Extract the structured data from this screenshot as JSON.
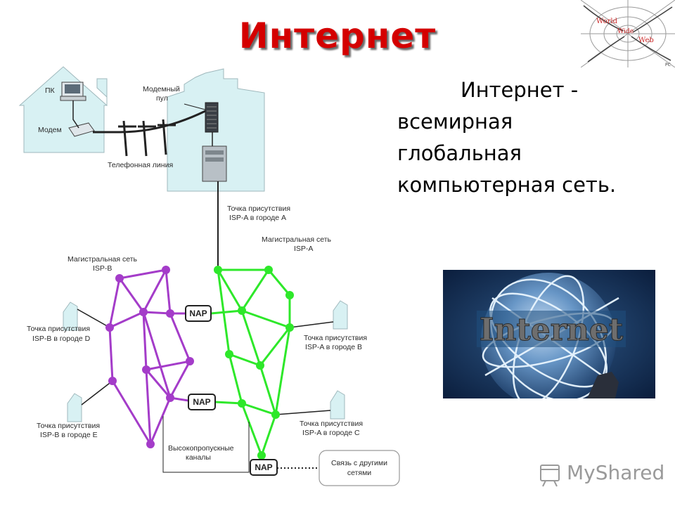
{
  "title": "Интернет",
  "definition": {
    "line1": "Интернет -",
    "line2": "всемирная",
    "line3": "глобальная",
    "line4": "компьютерная сеть."
  },
  "www_logo": {
    "word1": "World",
    "word2": "Wide",
    "word3": "Web",
    "tag": "PC"
  },
  "globe_photo": {
    "caption": "Internet"
  },
  "watermark": "MyShared",
  "diagram": {
    "home_pc": "ПК",
    "home_modem": "Модем",
    "modem_pool_1": "Модемный",
    "modem_pool_2": "пул",
    "phone_line": "Телефонная линия",
    "pop_a_city_a_1": "Точка присутствия",
    "pop_a_city_a_2": "ISP-A в городе А",
    "backbone_a_1": "Магистральная сеть",
    "backbone_a_2": "ISP-A",
    "backbone_b_1": "Магистральная сеть",
    "backbone_b_2": "ISP-B",
    "pop_b_city_d_1": "Точка присутствия",
    "pop_b_city_d_2": "ISP-B в городе D",
    "pop_a_city_b_1": "Точка присутствия",
    "pop_a_city_b_2": "ISP-A в городе B",
    "pop_b_city_e_1": "Точка присутствия",
    "pop_b_city_e_2": "ISP-B в городе E",
    "pop_a_city_c_1": "Точка присутствия",
    "pop_a_city_c_2": "ISP-A в городе C",
    "hs_channels_1": "Высокопропускные",
    "hs_channels_2": "каналы",
    "other_nets_1": "Связь с другими",
    "other_nets_2": "сетями",
    "nap": "NAP",
    "colors": {
      "isp_a": "#2ee82a",
      "isp_b": "#a43cc9",
      "building": "#d8f1f3",
      "title": "#d40000"
    }
  }
}
